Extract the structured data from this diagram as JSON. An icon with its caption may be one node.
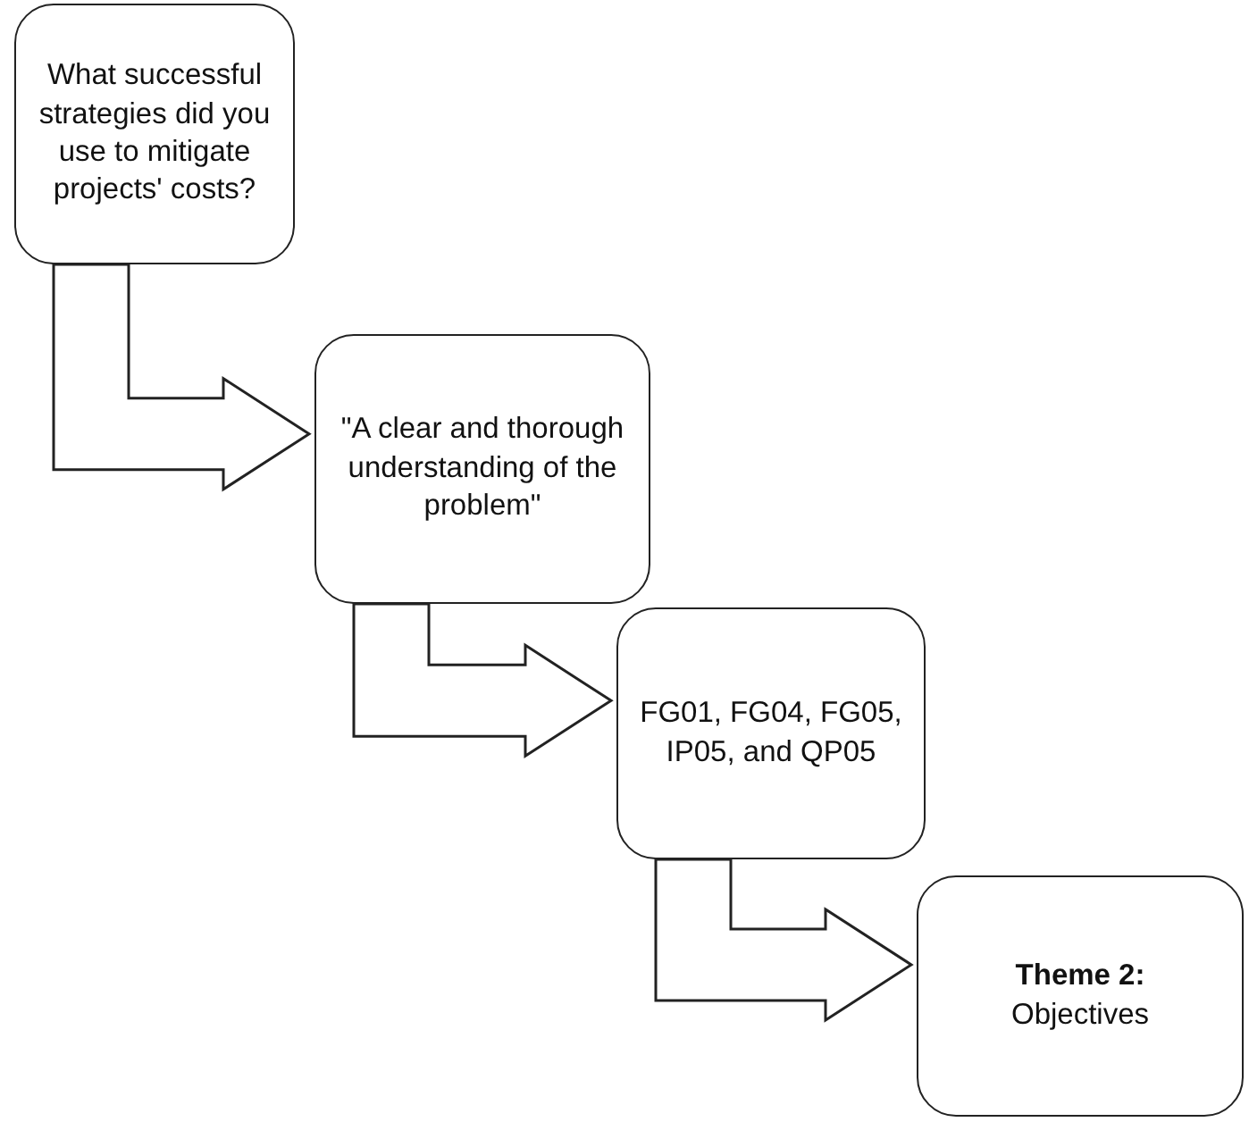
{
  "diagram": {
    "nodes": [
      {
        "text": [
          "What successful strategies did you use to mitigate projects' costs?"
        ]
      },
      {
        "text": [
          "\"A clear and thorough understanding of the problem\""
        ]
      },
      {
        "text": [
          "FG01, FG04, FG05, IP05, and QP05"
        ]
      },
      {
        "text": [
          "Theme 2:",
          "Objectives"
        ]
      }
    ],
    "edges": [
      {
        "from": 0,
        "to": 1,
        "arrow": "to"
      },
      {
        "from": 1,
        "to": 2,
        "arrow": "to"
      },
      {
        "from": 2,
        "to": 3,
        "arrow": "to"
      }
    ]
  }
}
